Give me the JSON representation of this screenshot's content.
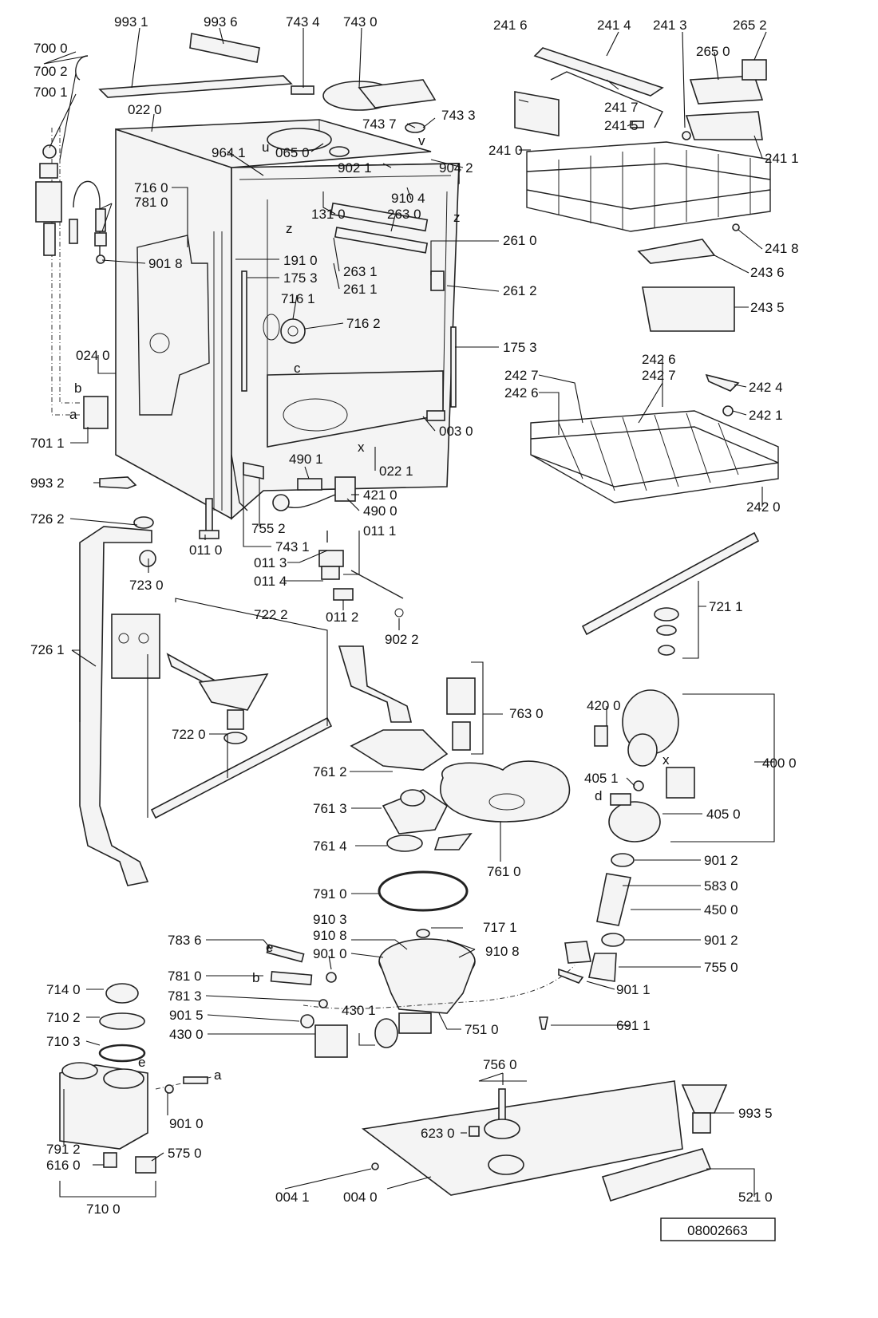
{
  "parts": {
    "p9931": "993 1",
    "p9936": "993 6",
    "p7434": "743 4",
    "p7430": "743 0",
    "p7000": "700 0",
    "p7002": "700 2",
    "p7001": "700 1",
    "p0220": "022 0",
    "p7437": "743 7",
    "p7433": "743 3",
    "p0650": "065 0",
    "p9641": "964 1",
    "p9021": "902 1",
    "p9042": "904 2",
    "p7160": "716 0",
    "p7810": "781 0",
    "p9104": "910 4",
    "p1310": "131 0",
    "p2630": "263 0",
    "p2610": "261 0",
    "p9018": "901 8",
    "p1910": "191 0",
    "p1753a": "175 3",
    "p2631": "263 1",
    "p2611": "261 1",
    "p2612": "261 2",
    "p7161": "716 1",
    "p7162": "716 2",
    "p1753b": "175 3",
    "p0240": "024 0",
    "p0030": "003 0",
    "p7011": "701 1",
    "p4901": "490 1",
    "p0221": "022 1",
    "p4210": "421 0",
    "p4900": "490 0",
    "p9932": "993 2",
    "p7262": "726 2",
    "p7552": "755 2",
    "p0110": "011 0",
    "p7431": "743 1",
    "p0111": "011 1",
    "p0113": "011 3",
    "p0114": "011 4",
    "p7230": "723 0",
    "p0112": "011 2",
    "p9022": "902 2",
    "p7222": "722 2",
    "p7261": "726 1",
    "p7220": "722 0",
    "p7630": "763 0",
    "p7612": "761 2",
    "p7613": "761 3",
    "p7614": "761 4",
    "p7610": "761 0",
    "p7910": "791 0",
    "p7836": "783 6",
    "p9103": "910 3",
    "p9108a": "910 8",
    "p9108b": "910 8",
    "p7171": "717 1",
    "p9010a": "901 0",
    "p7140": "714 0",
    "p7810b": "781 0",
    "p7813": "781 3",
    "p7102": "710 2",
    "p9015": "901 5",
    "p4301": "430 1",
    "p4300": "430 0",
    "p7510": "751 0",
    "p7103": "710 3",
    "p9010b": "901 0",
    "p7912": "791 2",
    "p6160": "616 0",
    "p5750": "575 0",
    "p7100": "710 0",
    "p2416": "241 6",
    "p2414": "241 4",
    "p2413": "241 3",
    "p2652": "265 2",
    "p2650": "265 0",
    "p2417": "241 7",
    "p2415": "241 5",
    "p2410": "241 0",
    "p2411": "241 1",
    "p2418": "241 8",
    "p2436": "243 6",
    "p2435": "243 5",
    "p2426a": "242 6",
    "p2427a": "242 7",
    "p2427b": "242 7",
    "p2426b": "242 6",
    "p2424": "242 4",
    "p2421": "242 1",
    "p2420": "242 0",
    "p7211": "721 1",
    "p4200": "420 0",
    "p4000": "400 0",
    "p4051": "405 1",
    "p4050": "405 0",
    "p9012a": "901 2",
    "p5830": "583 0",
    "p4500": "450 0",
    "p9012b": "901 2",
    "p7550": "755 0",
    "p9011": "901 1",
    "p6911": "691 1",
    "p7560": "756 0",
    "p6230": "623 0",
    "p9935": "993 5",
    "p0041": "004 1",
    "p0040": "004 0",
    "p5210": "521 0"
  },
  "letters": {
    "z1": "z",
    "z2": "z",
    "u": "u",
    "v": "v",
    "c": "c",
    "x1": "x",
    "x2": "x",
    "b1": "b",
    "a1": "a",
    "d": "d",
    "e1": "e",
    "b2": "b",
    "e2": "e",
    "a2": "a"
  },
  "drawing_code": "08002663"
}
